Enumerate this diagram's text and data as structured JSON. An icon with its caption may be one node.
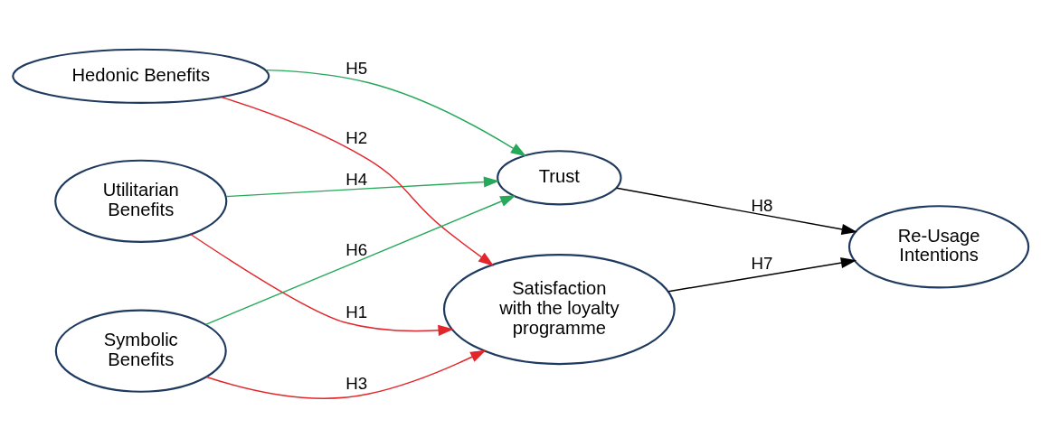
{
  "diagram": {
    "nodes": [
      {
        "text": [
          "Utilitarian Benefits"
        ]
      },
      {
        "text": [
          "Hedonic Benefits"
        ]
      },
      {
        "text": [
          "Symbolic Benefits"
        ]
      },
      {
        "text": [
          "Satisfaction with the loyalty programme"
        ]
      },
      {
        "text": [
          "Trust"
        ]
      },
      {
        "text": [
          "Re-Usage Intentions"
        ]
      }
    ],
    "edges": [
      {
        "from": 0,
        "to": 3,
        "arrow": "to",
        "label": "H1",
        "color": "#e3262b"
      },
      {
        "from": 1,
        "to": 3,
        "arrow": "to",
        "label": "H2",
        "color": "#e3262b"
      },
      {
        "from": 2,
        "to": 3,
        "arrow": "to",
        "label": "H3",
        "color": "#e3262b"
      },
      {
        "from": 0,
        "to": 4,
        "arrow": "to",
        "label": "H4",
        "color": "#27a85a"
      },
      {
        "from": 1,
        "to": 4,
        "arrow": "to",
        "label": "H5",
        "color": "#27a85a"
      },
      {
        "from": 2,
        "to": 4,
        "arrow": "to",
        "label": "H6",
        "color": "#27a85a"
      },
      {
        "from": 3,
        "to": 5,
        "arrow": "to",
        "label": "H7",
        "color": "#000000"
      },
      {
        "from": 4,
        "to": 5,
        "arrow": "to",
        "label": "H8",
        "color": "#000000"
      }
    ]
  }
}
